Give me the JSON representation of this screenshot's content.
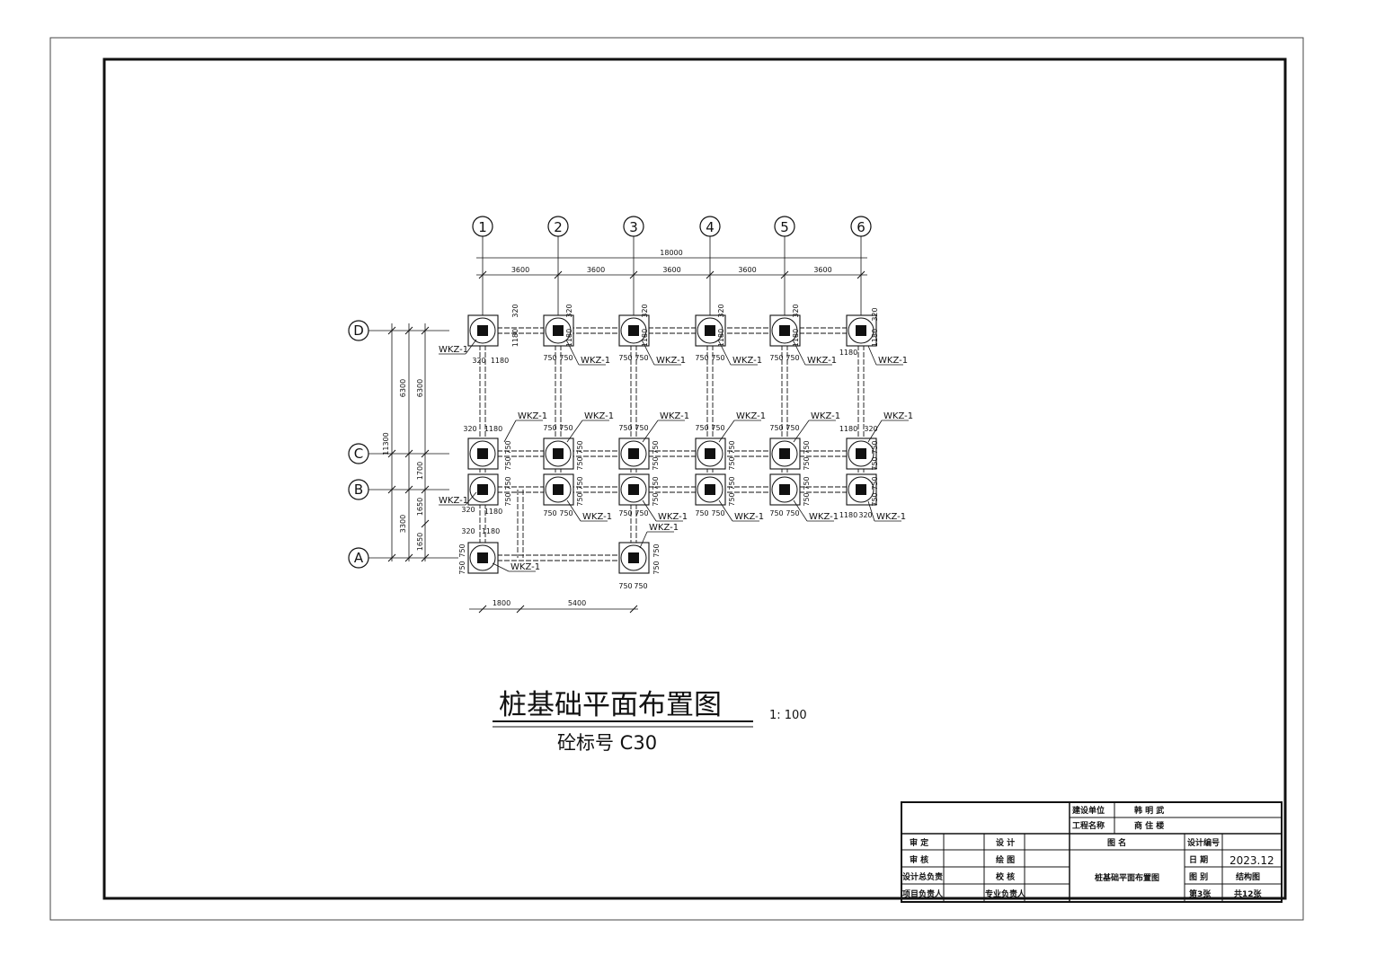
{
  "plan": {
    "axes_x": [
      "1",
      "2",
      "3",
      "4",
      "5",
      "6"
    ],
    "axes_y": [
      "D",
      "C",
      "B",
      "A"
    ],
    "dim_total": "18000",
    "dim_spans": [
      "3600",
      "3600",
      "3600",
      "3600",
      "3600"
    ],
    "dim_left": {
      "total": "11300",
      "upper": "6300",
      "lower": "3300",
      "v1700": "1700",
      "v1650a": "1650",
      "v1650b": "1650"
    },
    "dim_bottom": [
      "1800",
      "5400"
    ],
    "pile_label": "WKZ-1",
    "d320": "320",
    "d1180": "1180",
    "d750": "750"
  },
  "title": {
    "main": "桩基础平面布置图",
    "scale": "1: 100",
    "concrete": "砼标号 C30"
  },
  "titleblock": {
    "client_label": "建设单位",
    "client": "韩 明 武",
    "project_label": "工程名称",
    "project": "商 住 楼",
    "approve": "审  定",
    "review": "审  核",
    "design_lead": "设计总负责",
    "project_lead": "项目负责人",
    "design": "设  计",
    "draw": "绘  图",
    "check": "校  核",
    "discipline_lead": "专业负责人",
    "drawing_name_label": "图        名",
    "drawing_name": "桩基础平面布置图",
    "design_no": "设计编号",
    "date_label": "日  期",
    "date": "2023.12",
    "category_label": "图  别",
    "category": "结构图",
    "sheet": "第3张",
    "sheets": "共12张"
  }
}
